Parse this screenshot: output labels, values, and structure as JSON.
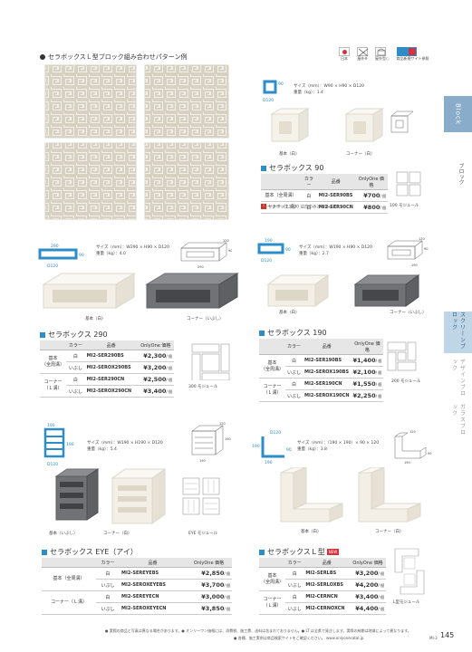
{
  "header": {
    "pattern_title": "セラボックスＬ型ブロック組み合わせパターン例",
    "badges": {
      "japan": "日本",
      "outdoor_no": "屋外※",
      "outdoor_ok": "屋外型○",
      "site": "商品新規サイト参照"
    }
  },
  "right_tabs": {
    "block": "Block",
    "block_jp": "ブロック",
    "screen": "スクリーンブロック",
    "design": "デザインブロック",
    "glass": "ガラスブロック"
  },
  "s90": {
    "dims": {
      "d": "D120",
      "w": "90"
    },
    "spec_size": "サイズ（mm）：W90 × H90 × D120",
    "spec_weight": "重量（kg）：1.4",
    "cap_basic": "基本（白）",
    "cap_corner": "コーナー（白）",
    "title": "セラボックス 90",
    "table": {
      "headers": [
        "カラー",
        "品番",
        "OnlyOne 価格"
      ],
      "rows": [
        {
          "label": "基本（全周溝）",
          "color": "白",
          "code": "MI2-SER90BS",
          "price": "¥700",
          "unit": "/ 個"
        },
        {
          "label": "コーナー（Ｌ溝）",
          "color": "白",
          "code": "MI2-SER90CN",
          "price": "¥800",
          "unit": "/ 個"
        }
      ]
    },
    "note": "セラボックス 90 は白のみとなります。",
    "module": "100 モジュール"
  },
  "s290": {
    "dims": {
      "w": "290",
      "d": "D120",
      "h": "90"
    },
    "spec_size": "サイズ（mm）：W290 × H90 × D120",
    "spec_weight": "重量（kg）：4.0",
    "iso": {
      "a": "120",
      "b": "90",
      "c": "290"
    },
    "cap_basic": "基本（白）",
    "cap_corner": "コーナー（いぶし）",
    "title": "セラボックス 290",
    "table": {
      "headers": [
        "カラー",
        "品番",
        "OnlyOne 価格"
      ],
      "rows": [
        {
          "label": "基本",
          "label2": "（全周溝）",
          "color": "白",
          "code": "MI2-SER290BS",
          "price": "¥2,300",
          "unit": "/ 個"
        },
        {
          "color": "いぶし",
          "code": "MI2-SEROX290BS",
          "price": "¥3,200",
          "unit": "/ 個"
        },
        {
          "label": "コーナー",
          "label2": "（Ｌ溝）",
          "color": "白",
          "code": "MI2-SER290CN",
          "price": "¥2,500",
          "unit": "/ 個"
        },
        {
          "color": "いぶし",
          "code": "MI2-SEROX290CN",
          "price": "¥3,400",
          "unit": "/ 個"
        }
      ]
    },
    "module": "300 モジュール"
  },
  "s190": {
    "dims": {
      "w": "190",
      "d": "D120",
      "h": "90"
    },
    "spec_size": "サイズ（mm）：W190 × H90 × D120",
    "spec_weight": "重量（kg）：2.7",
    "iso": {
      "a": "120",
      "b": "90",
      "c": "190"
    },
    "cap_basic": "基本（白）",
    "cap_corner": "コーナー（いぶし）",
    "title": "セラボックス 190",
    "table": {
      "headers": [
        "カラー",
        "品番",
        "OnlyOne 価格"
      ],
      "rows": [
        {
          "label": "基本",
          "label2": "（全周溝）",
          "color": "白",
          "code": "MI2-SER190BS",
          "price": "¥1,400",
          "unit": "/ 個"
        },
        {
          "color": "いぶし",
          "code": "MI2-SEROX190BS",
          "price": "¥2,100",
          "unit": "/ 個"
        },
        {
          "label": "コーナー",
          "label2": "（Ｌ溝）",
          "color": "白",
          "code": "MI2-SER190CN",
          "price": "¥1,550",
          "unit": "/ 個"
        },
        {
          "color": "いぶし",
          "code": "MI2-SEROX190CN",
          "price": "¥2,250",
          "unit": "/ 個"
        }
      ]
    },
    "module": "200 モジュール"
  },
  "seye": {
    "dims": {
      "w": "190",
      "d": "D120",
      "h": "190"
    },
    "spec_size": "サイズ（mm）：W190 × H190 × D120",
    "spec_weight": "重量（kg）：5.4",
    "iso": {
      "a": "120",
      "b": "190",
      "c": "190"
    },
    "cap_basic": "基本（いぶし）",
    "cap_corner": "コーナー（白）",
    "cap_module": "EYE モジュール",
    "title": "セラボックス EYE（アイ）",
    "table": {
      "headers": [
        "カラー",
        "品番",
        "OnlyOne 価格"
      ],
      "rows": [
        {
          "label": "基本（全周溝）",
          "color": "白",
          "code": "MI2-SEREYEBS",
          "price": "¥2,850",
          "unit": "/ 個"
        },
        {
          "color": "いぶし",
          "code": "MI2-SEROXEYEBS",
          "price": "¥3,700",
          "unit": "/ 個"
        },
        {
          "label": "コーナー（Ｌ溝）",
          "color": "白",
          "code": "MI2-SEREYECN",
          "price": "¥3,000",
          "unit": "/ 個"
        },
        {
          "color": "いぶし",
          "code": "MI2-SEROXEYECN",
          "price": "¥3,850",
          "unit": "/ 個"
        }
      ]
    }
  },
  "sL": {
    "dims": {
      "a": "190",
      "b": "190",
      "c": "D120",
      "d": "90"
    },
    "spec_size": "サイズ（mm）：（190 × 190）× 90 × 120",
    "spec_weight": "重量（kg）：3.8",
    "iso": {
      "a": "120",
      "b": "190",
      "c": "90"
    },
    "cap_basic": "基本（白）",
    "cap_corner": "コーナー（白）",
    "title": "セラボックスＬ型",
    "new": "NEW",
    "table": {
      "headers": [
        "カラー",
        "品番",
        "OnlyOne 価格"
      ],
      "rows": [
        {
          "label": "基本",
          "label2": "（全周溝）",
          "color": "白",
          "code": "MI2-SERLBS",
          "price": "¥3,200",
          "unit": "/ 個"
        },
        {
          "color": "いぶし",
          "code": "MI2-SERLOXBS",
          "price": "¥4,200",
          "unit": "/ 個"
        },
        {
          "label": "コーナー",
          "label2": "（Ｌ溝）",
          "color": "白",
          "code": "MI2-CERNCN",
          "price": "¥3,400",
          "unit": "/ 個"
        },
        {
          "color": "いぶし",
          "code": "MI2-CERNOXCN",
          "price": "¥4,400",
          "unit": "/ 個"
        }
      ]
    },
    "module": "L型モジュール"
  },
  "footer": {
    "line1": "● 実際の商品と写真は異なる場合があります。● オンリーワン価格には、消費税、施工費、送料は含まれておりません。● LT は全県で発注します。実際の納期は地域によって異なります。",
    "line2": "● 各種、施工実例は商品検索サイトをご確認ください。 www.onlyonecatal.jp",
    "code": "MI-3",
    "page": "145"
  },
  "colors": {
    "accent": "#2c8dc8",
    "tab_block": "#8aaccb",
    "tab_active": "#bfd6e6",
    "new": "#d9323c"
  }
}
